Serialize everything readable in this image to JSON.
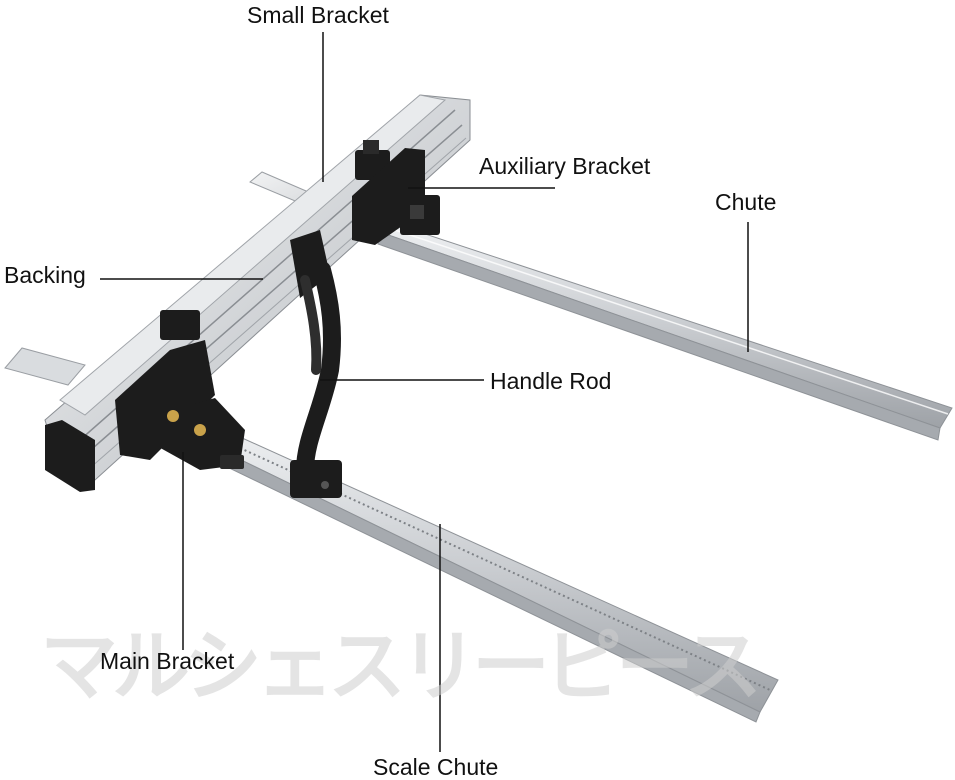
{
  "labels": {
    "small_bracket": "Small Bracket",
    "auxiliary_bracket": "Auxiliary Bracket",
    "chute": "Chute",
    "backing": "Backing",
    "handle_rod": "Handle Rod",
    "main_bracket": "Main Bracket",
    "scale_chute": "Scale Chute"
  },
  "watermark": "マルシェスリーピース",
  "colors": {
    "aluminum": "#c9ccd0",
    "aluminum_light": "#e4e6e8",
    "aluminum_dark": "#9a9ea3",
    "bracket_black": "#1c1c1c",
    "brass": "#c9a24a",
    "leader_line": "#111111"
  }
}
